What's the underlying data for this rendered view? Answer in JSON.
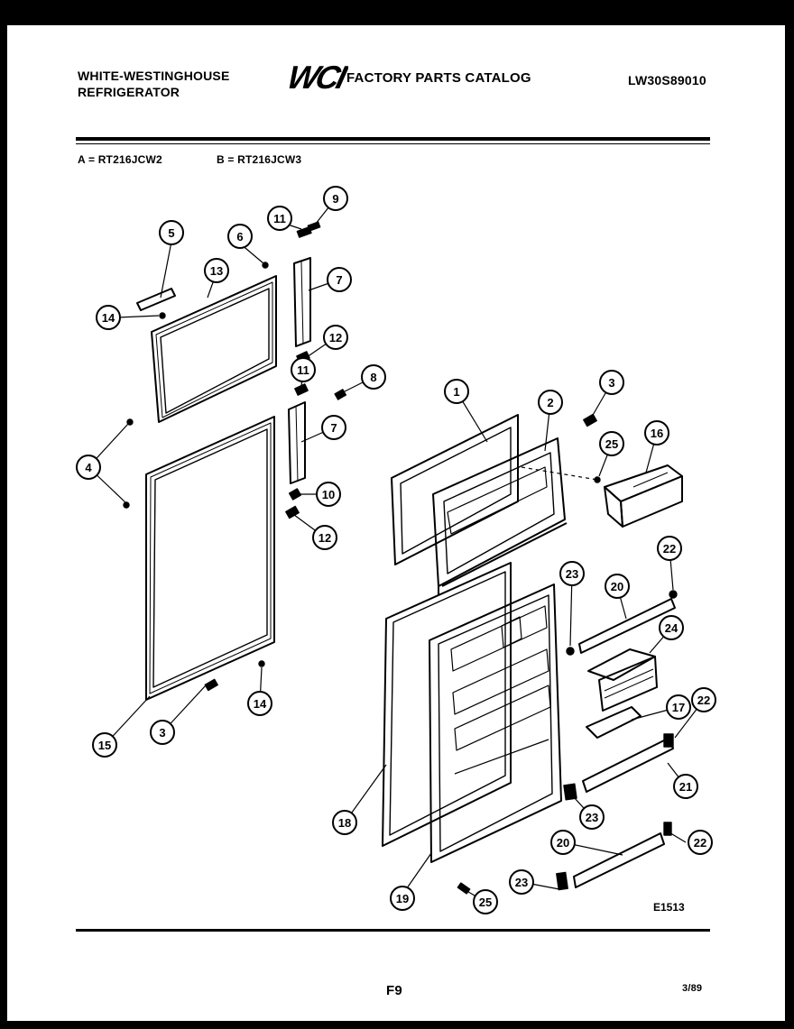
{
  "header": {
    "brand_line1": "WHITE-WESTINGHOUSE",
    "brand_line2": "REFRIGERATOR",
    "logo_text": "WCI",
    "catalog_title": "FACTORY PARTS CATALOG",
    "catalog_number": "LW30S89010"
  },
  "models": {
    "a": "A = RT216JCW2",
    "b": "B = RT216JCW3"
  },
  "diagram": {
    "code": "E1513",
    "callouts": [
      "1",
      "2",
      "3",
      "3",
      "4",
      "5",
      "6",
      "7",
      "7",
      "8",
      "9",
      "10",
      "11",
      "11",
      "12",
      "12",
      "13",
      "14",
      "14",
      "15",
      "16",
      "17",
      "18",
      "19",
      "20",
      "20",
      "21",
      "22",
      "22",
      "22",
      "23",
      "23",
      "23",
      "24",
      "25",
      "25"
    ]
  },
  "footer": {
    "page": "F9",
    "date": "3/89"
  }
}
